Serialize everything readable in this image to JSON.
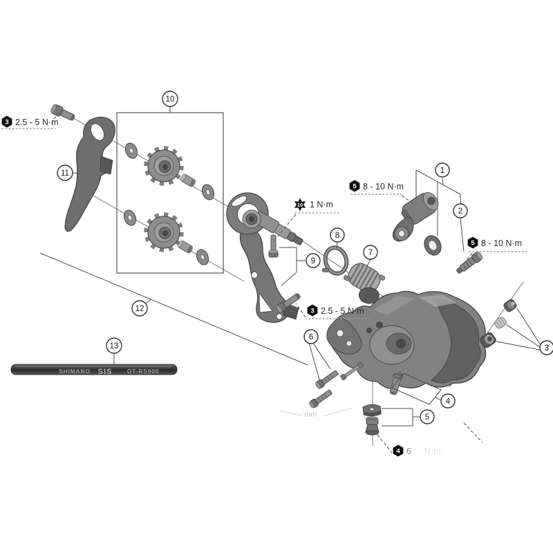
{
  "callouts": {
    "c1": "1",
    "c2": "2",
    "c3": "3",
    "c4": "4",
    "c5": "5",
    "c6": "6",
    "c7": "7",
    "c8": "8",
    "c9": "9",
    "c10": "10",
    "c11": "11",
    "c12": "12",
    "c13": "13"
  },
  "torque": {
    "top_left": {
      "tool": "3",
      "value": "2.5 - 5 N·m"
    },
    "pulley": {
      "tool": "10",
      "value": "1 N·m"
    },
    "axle_unit": {
      "tool": "5",
      "value": "8 - 10 N·m"
    },
    "axle_bolt": {
      "tool": "5",
      "value": "8 - 10 N·m"
    },
    "plate_bolt": {
      "tool": "3",
      "value": "2.5 - 5 N·m"
    },
    "cable_bolt": {
      "tool": "4",
      "value": "6",
      "faded": "N·m"
    }
  },
  "notes": {
    "faded_dimension": "mm"
  },
  "cable": {
    "brand": "SHIMANO",
    "logo": "SIS",
    "model": "OT-RS900"
  }
}
